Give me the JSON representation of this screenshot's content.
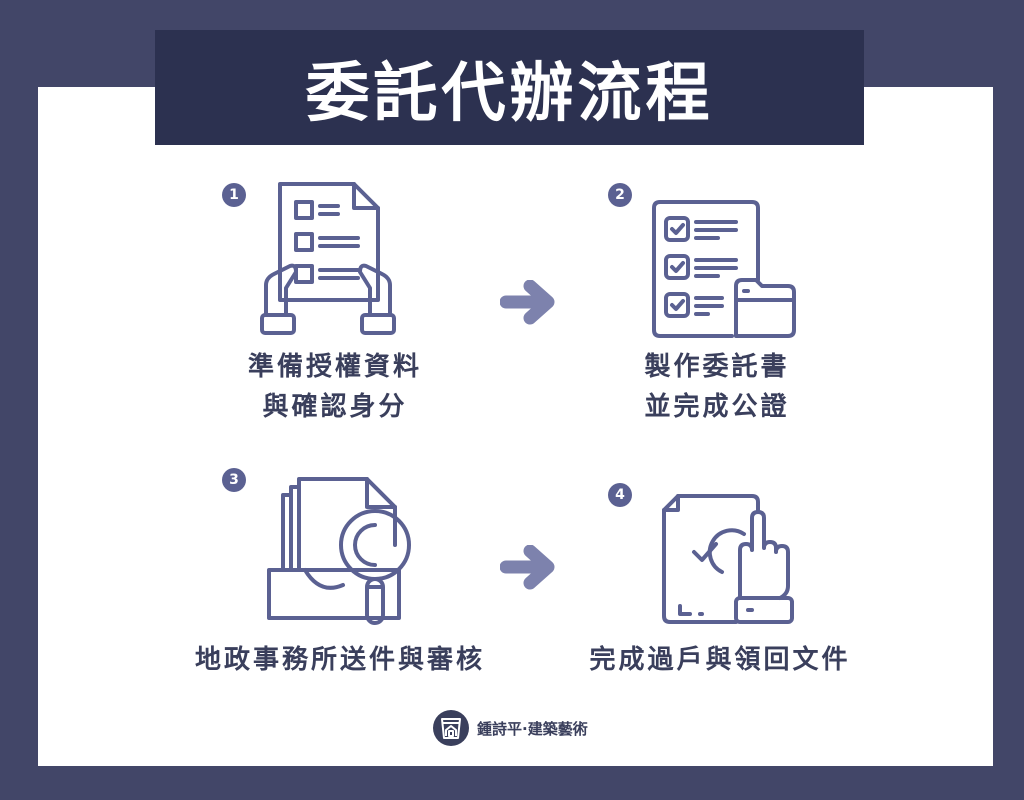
{
  "title": "委託代辦流程",
  "colors": {
    "outer_bg": "#424668",
    "banner_bg": "#2c3150",
    "panel_bg": "#ffffff",
    "icon": "#5b6192",
    "arrow": "#7d82ad",
    "text": "#3a3f5c"
  },
  "steps": [
    {
      "number": "1",
      "icon": "document-checklist-hands-icon",
      "line1": "準備授權資料",
      "line2": "與確認身分"
    },
    {
      "number": "2",
      "icon": "checklist-folder-icon",
      "line1": "製作委託書",
      "line2": "並完成公證"
    },
    {
      "number": "3",
      "icon": "document-tray-magnifier-icon",
      "line1": "地政事務所送件與審核",
      "line2": ""
    },
    {
      "number": "4",
      "icon": "document-check-hand-icon",
      "line1": "完成過戶與領回文件",
      "line2": ""
    }
  ],
  "arrows": [
    "arrow-right-icon",
    "arrow-right-icon"
  ],
  "footer": {
    "brand": "鍾詩平·建築藝術",
    "logo": "cup-house-logo-icon"
  }
}
